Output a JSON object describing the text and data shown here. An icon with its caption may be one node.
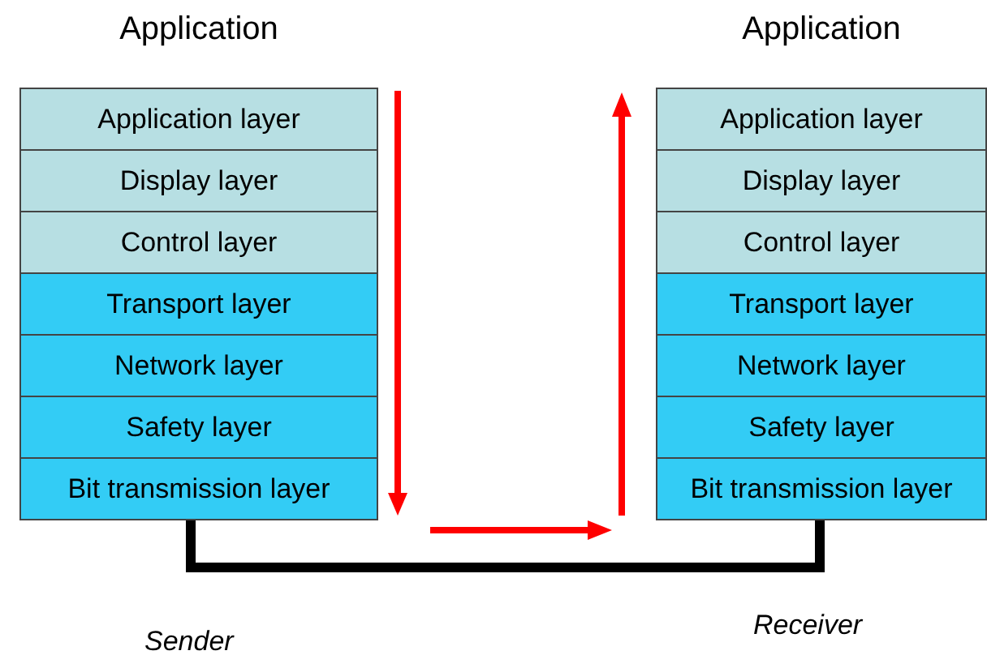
{
  "diagram": {
    "nodes": [
      {
        "text": [
          "Application"
        ]
      },
      {
        "text": [
          "Application layer"
        ],
        "in": 0
      },
      {
        "text": [
          "Display layer"
        ],
        "in": 0
      },
      {
        "text": [
          "Control layer"
        ],
        "in": 0
      },
      {
        "text": [
          "Transport layer"
        ],
        "in": 0
      },
      {
        "text": [
          "Network layer"
        ],
        "in": 0
      },
      {
        "text": [
          "Safety layer"
        ],
        "in": 0
      },
      {
        "text": [
          "Bit transmission layer"
        ],
        "in": 0
      },
      {
        "text": [
          "Application"
        ]
      },
      {
        "text": [
          "Application layer"
        ],
        "in": 8
      },
      {
        "text": [
          "Display layer"
        ],
        "in": 8
      },
      {
        "text": [
          "Control layer"
        ],
        "in": 8
      },
      {
        "text": [
          "Transport layer"
        ],
        "in": 8
      },
      {
        "text": [
          "Network layer"
        ],
        "in": 8
      },
      {
        "text": [
          "Safety layer"
        ],
        "in": 8
      },
      {
        "text": [
          "Bit transmission layer"
        ],
        "in": 8
      }
    ],
    "edges": [
      {
        "from": 7,
        "to": 15,
        "arrow": "none"
      }
    ],
    "labels": [
      "Sender",
      "Receiver"
    ]
  }
}
